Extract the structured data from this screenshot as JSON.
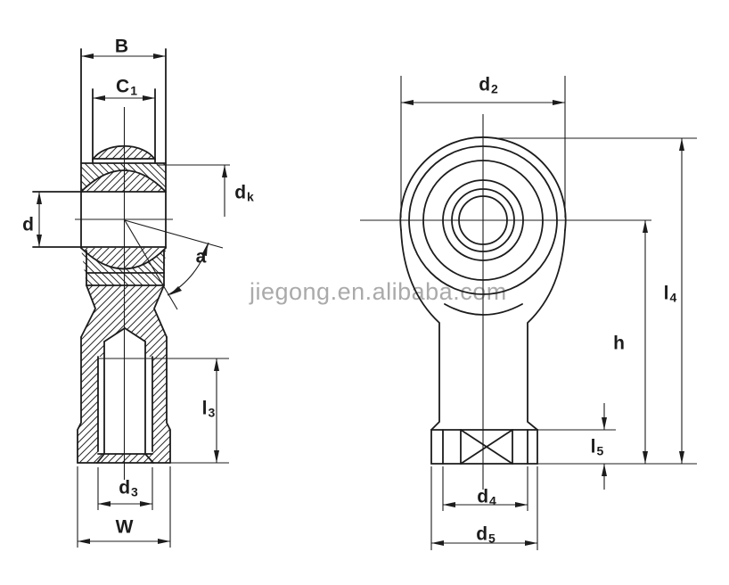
{
  "drawing": {
    "title": "rod-end-bearing-technical-drawing",
    "background": "#ffffff",
    "line_color": "#1c1c1c",
    "watermark": {
      "text": "jiegong.en.alibaba.com",
      "color": "#aaaaaa"
    },
    "views": [
      {
        "id": "left",
        "name": "side section view"
      },
      {
        "id": "right",
        "name": "front view"
      }
    ],
    "dimensions": {
      "B": {
        "main": "B",
        "sub": ""
      },
      "C1": {
        "main": "C",
        "sub": "1"
      },
      "dk": {
        "main": "d",
        "sub": "k"
      },
      "d": {
        "main": "d",
        "sub": ""
      },
      "a": {
        "main": "a",
        "sub": ""
      },
      "l3": {
        "main": "l",
        "sub": "3"
      },
      "d3": {
        "main": "d",
        "sub": "3"
      },
      "W": {
        "main": "W",
        "sub": ""
      },
      "d2": {
        "main": "d",
        "sub": "2"
      },
      "l4": {
        "main": "l",
        "sub": "4"
      },
      "h": {
        "main": "h",
        "sub": ""
      },
      "l5": {
        "main": "l",
        "sub": "5"
      },
      "d4": {
        "main": "d",
        "sub": "4"
      },
      "d5": {
        "main": "d",
        "sub": "5"
      }
    }
  }
}
